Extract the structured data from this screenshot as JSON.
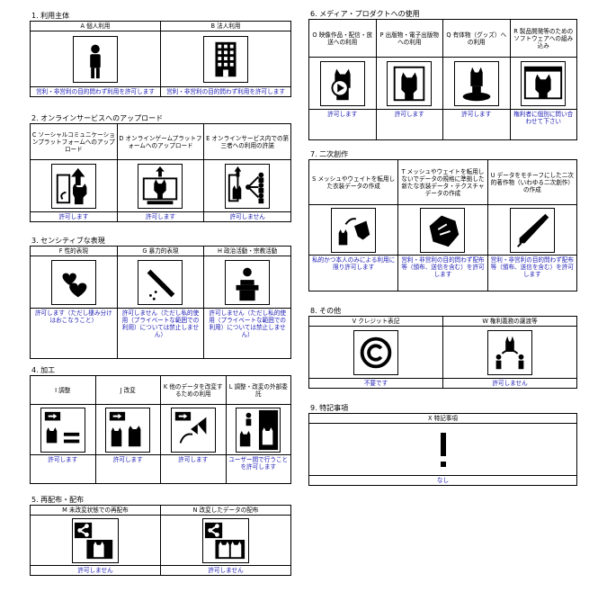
{
  "sections": [
    {
      "title": "1. 利用主体",
      "items": [
        {
          "header": "A 個人利用",
          "icon": "person-icon",
          "status": "営利・非営利の目的問わず利用を許可します"
        },
        {
          "header": "B 法人利用",
          "icon": "building-icon",
          "status": "営利・非営利の目的問わず利用を許可します"
        }
      ]
    },
    {
      "title": "2. オンラインサービスへのアップロード",
      "items": [
        {
          "header": "C ソーシャルコミュニケーションプラットフォームへのアップロード",
          "icon": "social-upload-icon",
          "status": "許可します"
        },
        {
          "header": "D オンラインゲームプラットフォームへのアップロード",
          "icon": "game-upload-icon",
          "status": "許可します"
        },
        {
          "header": "E オンラインサービス内での第三者への利用の許諾",
          "icon": "third-party-icon",
          "status": "許可しません"
        }
      ]
    },
    {
      "title": "3. センシティブな表現",
      "items": [
        {
          "header": "F 性的表現",
          "icon": "hearts-icon",
          "status": "許可します（ただし棲み分けはおこなうこと）"
        },
        {
          "header": "G 暴力的表現",
          "icon": "knife-icon",
          "status": "許可しません（ただし私的使用（プライベートな範囲での利用）については禁止しません）"
        },
        {
          "header": "H 政治活動・宗教活動",
          "icon": "podium-icon",
          "status": "許可しません（ただし私的使用（プライベートな範囲での利用）については禁止しません）"
        }
      ]
    },
    {
      "title": "4. 加工",
      "items": [
        {
          "header": "I 調整",
          "icon": "adjust-icon",
          "status": "許可します"
        },
        {
          "header": "J 改変",
          "icon": "modify-icon",
          "status": "許可します"
        },
        {
          "header": "K 他のデータを改変するための利用",
          "icon": "bow-icon",
          "status": "許可します"
        },
        {
          "header": "L 調整・改変の外部委託",
          "icon": "outsource-icon",
          "status": "ユーザー間で行うことを許可します"
        }
      ]
    },
    {
      "title": "5. 再配布・配布",
      "items": [
        {
          "header": "M 未改変状態での再配布",
          "icon": "share-icon",
          "status": "許可しません"
        },
        {
          "header": "N 改変したデータの配布",
          "icon": "share-modified-icon",
          "status": "許可しません"
        }
      ]
    },
    {
      "title": "6. メディア・プロダクトへの使用",
      "items": [
        {
          "header": "O 映像作品・配信・放送への利用",
          "icon": "video-icon",
          "status": "許可します"
        },
        {
          "header": "P 出版物・電子出版物への利用",
          "icon": "book-icon",
          "status": "許可します"
        },
        {
          "header": "Q 有体物（グッズ）への利用",
          "icon": "figure-icon",
          "status": "許可します"
        },
        {
          "header": "R 製品開発等のためのソフトウェアへの組み込み",
          "icon": "software-icon",
          "status": "権利者に個別に問い合わせて下さい"
        }
      ]
    },
    {
      "title": "7. 二次創作",
      "items": [
        {
          "header": "S メッシュやウェイトを転用した衣装データの作成",
          "icon": "outfit-icon",
          "status": "私的かつ本人のみによる利用に限り許可します"
        },
        {
          "header": "T メッシュやウェイトを転用しないでデータの規格に準拠した新たな衣装データ・テクスチャデータの作成",
          "icon": "cloth-icon",
          "status": "営利・非営利の目的問わず配布等（頒布、送信を含む）を許可します"
        },
        {
          "header": "U データをモチーフにした二次的著作物（いわゆる二次創作）の作成",
          "icon": "pen-icon",
          "status": "営利・非営利の目的問わず配布等（頒布、送信を含む）を許可します"
        }
      ]
    },
    {
      "title": "8. その他",
      "items": [
        {
          "header": "V クレジット表記",
          "icon": "copyright-icon",
          "status": "不要です"
        },
        {
          "header": "W 権利義務の譲渡等",
          "icon": "transfer-icon",
          "status": "許可しません"
        }
      ]
    },
    {
      "title": "9. 特記事項",
      "items": [
        {
          "header": "X 特記事項",
          "icon": "exclamation-icon",
          "status": "なし"
        }
      ]
    }
  ]
}
